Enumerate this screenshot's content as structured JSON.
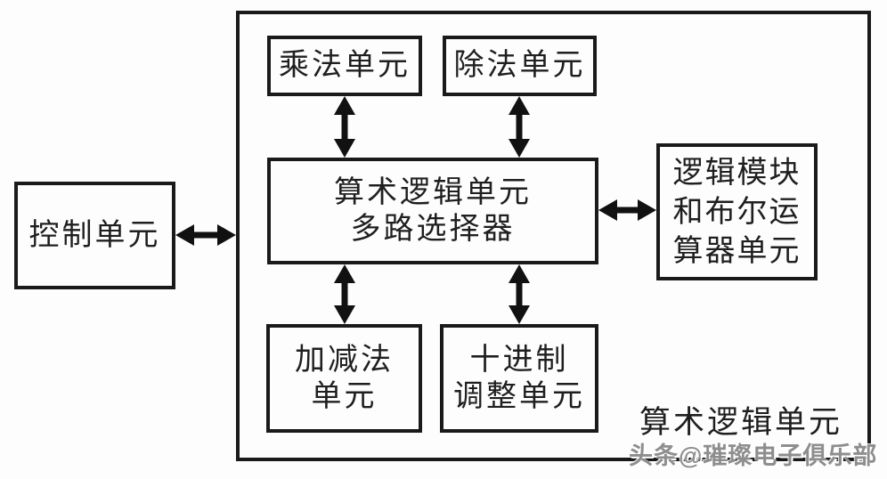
{
  "diagram": {
    "type": "block-diagram",
    "subject": "ALU architecture",
    "colors": {
      "background": "#fdfdfd",
      "line": "#1a1a1a",
      "text": "#1f1f1f",
      "watermark": "#8e8e8e"
    },
    "container_label": "算术逻辑单元",
    "watermark": "头条@璀璨电子俱乐部",
    "nodes": {
      "control_unit": {
        "label": "控制单元"
      },
      "multiply_unit": {
        "label": "乘法单元"
      },
      "divide_unit": {
        "label": "除法单元"
      },
      "mux": {
        "label": "算术逻辑单元\n多路选择器"
      },
      "logic_unit": {
        "label": "逻辑模块\n和布尔运\n算器单元"
      },
      "add_sub_unit": {
        "label": "加减法\n单元"
      },
      "decimal_adjust_unit": {
        "label": "十进制\n调整单元"
      }
    },
    "connections": [
      {
        "from": "multiply_unit",
        "to": "mux",
        "type": "bidirectional"
      },
      {
        "from": "divide_unit",
        "to": "mux",
        "type": "bidirectional"
      },
      {
        "from": "mux",
        "to": "add_sub_unit",
        "type": "bidirectional"
      },
      {
        "from": "mux",
        "to": "decimal_adjust_unit",
        "type": "bidirectional"
      },
      {
        "from": "control_unit",
        "to": "alu_container",
        "type": "bidirectional"
      },
      {
        "from": "mux",
        "to": "logic_unit",
        "type": "bidirectional"
      }
    ]
  }
}
